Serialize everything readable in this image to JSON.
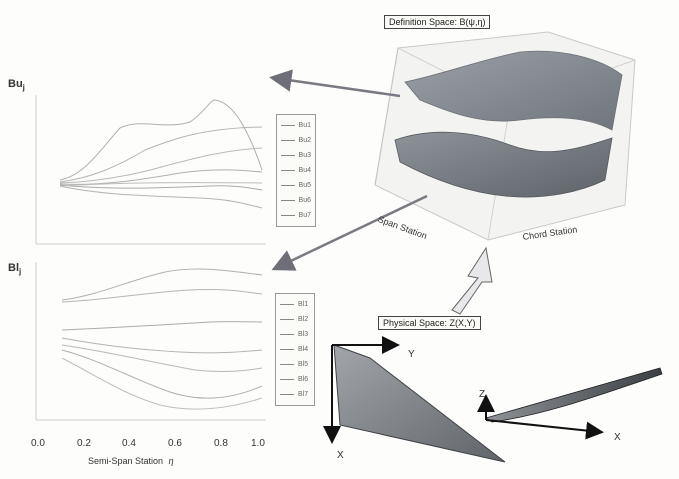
{
  "upper_chart": {
    "ylabel": "Bu",
    "ylabel_sub": "j",
    "legend": [
      "Bu1",
      "Bu2",
      "Bu3",
      "Bu4",
      "Bu5",
      "Bu6",
      "Bu7"
    ]
  },
  "lower_chart": {
    "ylabel": "Bl",
    "ylabel_sub": "j",
    "legend": [
      "Bl1",
      "Bl2",
      "Bl3",
      "Bl4",
      "Bl5",
      "Bl6",
      "Bl7"
    ],
    "x_ticks": [
      "0.0",
      "0.2",
      "0.4",
      "0.6",
      "0.8",
      "1.0"
    ],
    "xlabel": "Semi-Span Station",
    "xlabel_symbol": "η"
  },
  "definition_space": {
    "title": "Definition Space: B(ψ,η)",
    "axis_left": "Span Station",
    "axis_right": "Chord Station"
  },
  "physical_space": {
    "title": "Physical Space: Z(X,Y)",
    "top_view_axes": {
      "y": "Y",
      "x": "X"
    },
    "side_view_axes": {
      "z": "Z",
      "x": "X"
    }
  },
  "colors": {
    "arrow": "#7a7a84",
    "surface": "#8a8f95",
    "curve": "#aaaaaa",
    "wing_fill": "#858a90"
  }
}
